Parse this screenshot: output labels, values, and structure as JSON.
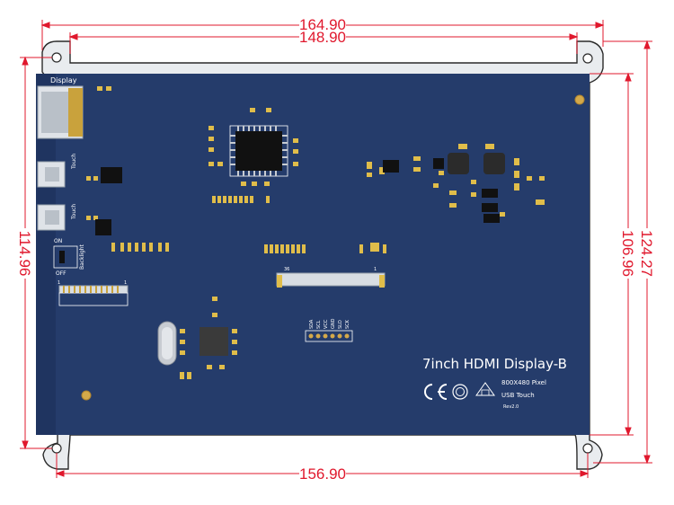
{
  "dimensions": {
    "top_outer": "164.90",
    "top_inner": "148.90",
    "bottom": "156.90",
    "left": "114.96",
    "right_inner": "106.96",
    "right_outer": "124.27"
  },
  "board": {
    "title": "7inch HDMI Display-B",
    "resolution": "800X480 Pixel",
    "touch": "USB Touch",
    "revision": "Rev2.0",
    "conn_display": "Display",
    "conn_touch": "Touch",
    "conn_touch2": "Touch",
    "backlight_on": "ON",
    "backlight_label": "Backlight",
    "backlight_off": "OFF",
    "pins": [
      "SDA",
      "SCL",
      "VCC",
      "GND",
      "SLD",
      "SCK"
    ],
    "fpc_small_left": "1",
    "fpc_small_right": "1",
    "fpc_large_left": "36",
    "fpc_large_right": "1"
  },
  "colors": {
    "pcb": "#253c6b",
    "frame": "#e9ecef",
    "dimension": "#e0182d",
    "silkscreen": "#ffffff",
    "gold": "#d4a94a"
  },
  "icons": [
    "ce-mark-icon",
    "ccc-mark-icon",
    "rohs-mark-icon"
  ]
}
